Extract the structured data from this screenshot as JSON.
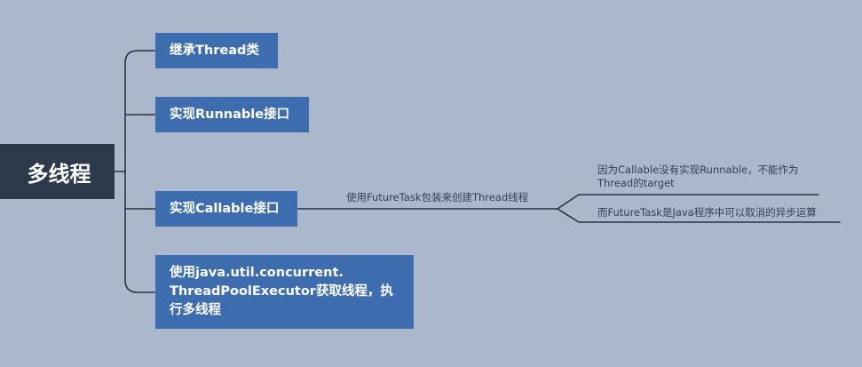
{
  "root": {
    "label": "多线程"
  },
  "branches": [
    {
      "lines": [
        "继承Thread类"
      ]
    },
    {
      "lines": [
        "实现Runnable接口"
      ]
    },
    {
      "lines": [
        "实现Callable接口"
      ]
    },
    {
      "lines": [
        "使用java.util.concurrent.",
        "ThreadPoolExecutor获取线程，执",
        "行多线程"
      ]
    }
  ],
  "callable_branch": {
    "connector_label": "使用FutureTask包装来创建Thread线程",
    "leaves": [
      {
        "lines": [
          "因为Callable没有实现Runnable，不能作为",
          "Thread的target"
        ]
      },
      {
        "lines": [
          "而FutureTask是Java程序中可以取消的异步运算"
        ]
      }
    ]
  },
  "colors": {
    "background": "#abb8cc",
    "root": "#2d3a4b",
    "branch": "#3e6daf",
    "line": "#2b3340",
    "text": "#ffffff"
  }
}
